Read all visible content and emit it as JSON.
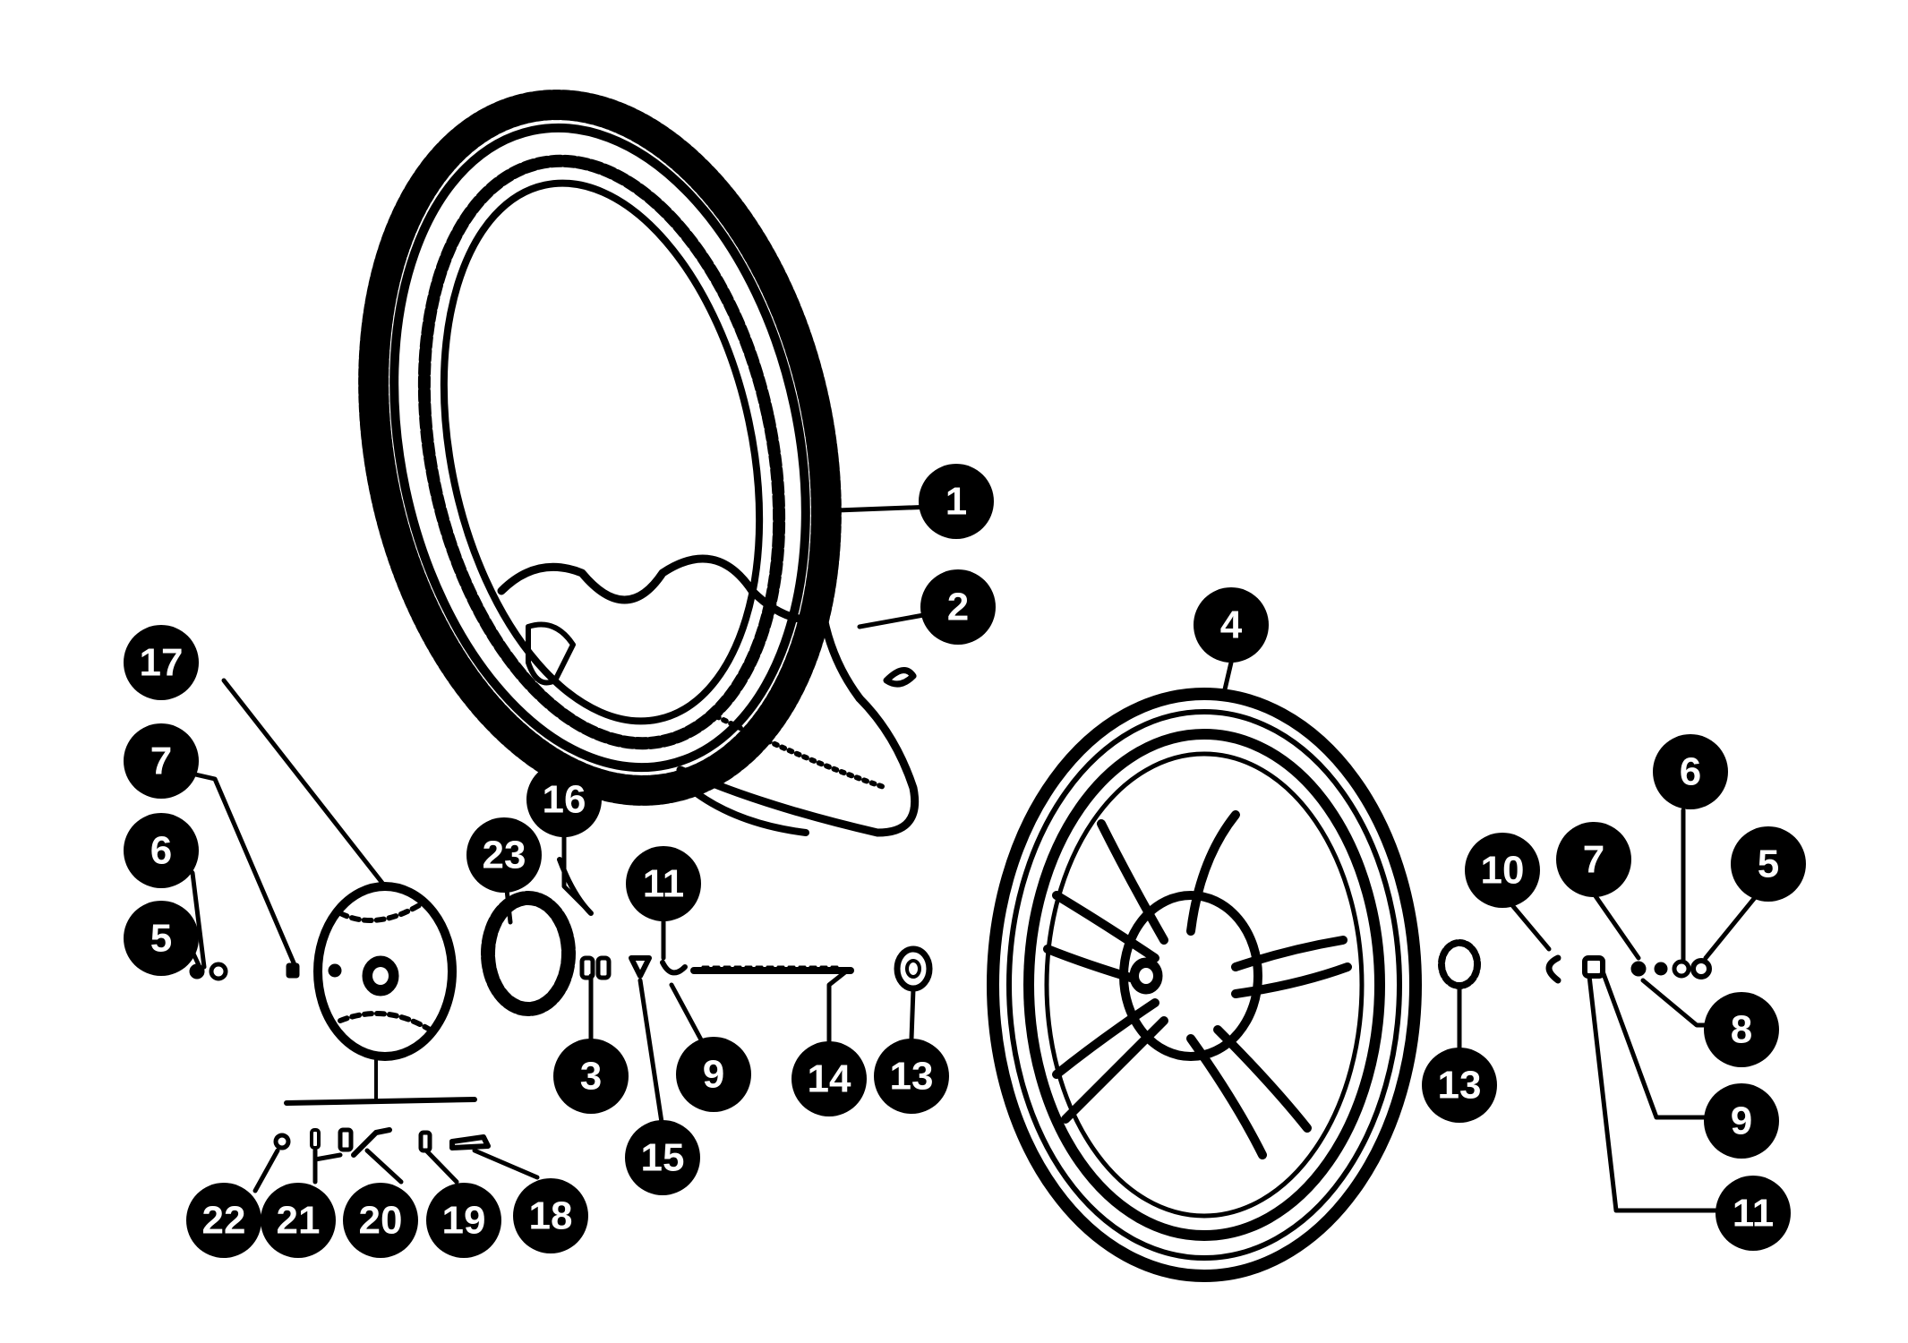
{
  "callouts": {
    "c1": "1",
    "c2": "2",
    "c3": "3",
    "c4": "4",
    "c5_left": "5",
    "c5_right": "5",
    "c6_left": "6",
    "c6_right": "6",
    "c7_left": "7",
    "c7_right": "7",
    "c8": "8",
    "c9_center": "9",
    "c9_right": "9",
    "c10": "10",
    "c11_center": "11",
    "c11_right": "11",
    "c13_center": "13",
    "c13_right": "13",
    "c14": "14",
    "c15": "15",
    "c16": "16",
    "c17": "17",
    "c18": "18",
    "c19": "19",
    "c20": "20",
    "c21": "21",
    "c22": "22",
    "c23": "23"
  }
}
